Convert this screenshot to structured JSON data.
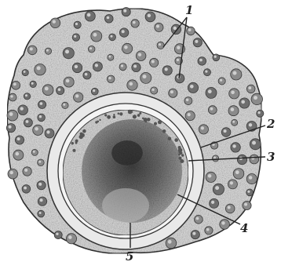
{
  "figure": {
    "colors": {
      "ink": "#222222",
      "cytoplasm": "#d6d6d6",
      "cell_outline": "#333333",
      "nucleus": "#7a7a7a",
      "nucleus_dark": "#4a4a4a",
      "nucleolus": "#2e2e2e",
      "background": "#ffffff"
    },
    "callouts": [
      {
        "id": "1",
        "label": "1"
      },
      {
        "id": "2",
        "label": "2"
      },
      {
        "id": "3",
        "label": "3"
      },
      {
        "id": "4",
        "label": "4"
      },
      {
        "id": "5",
        "label": "5"
      }
    ]
  }
}
